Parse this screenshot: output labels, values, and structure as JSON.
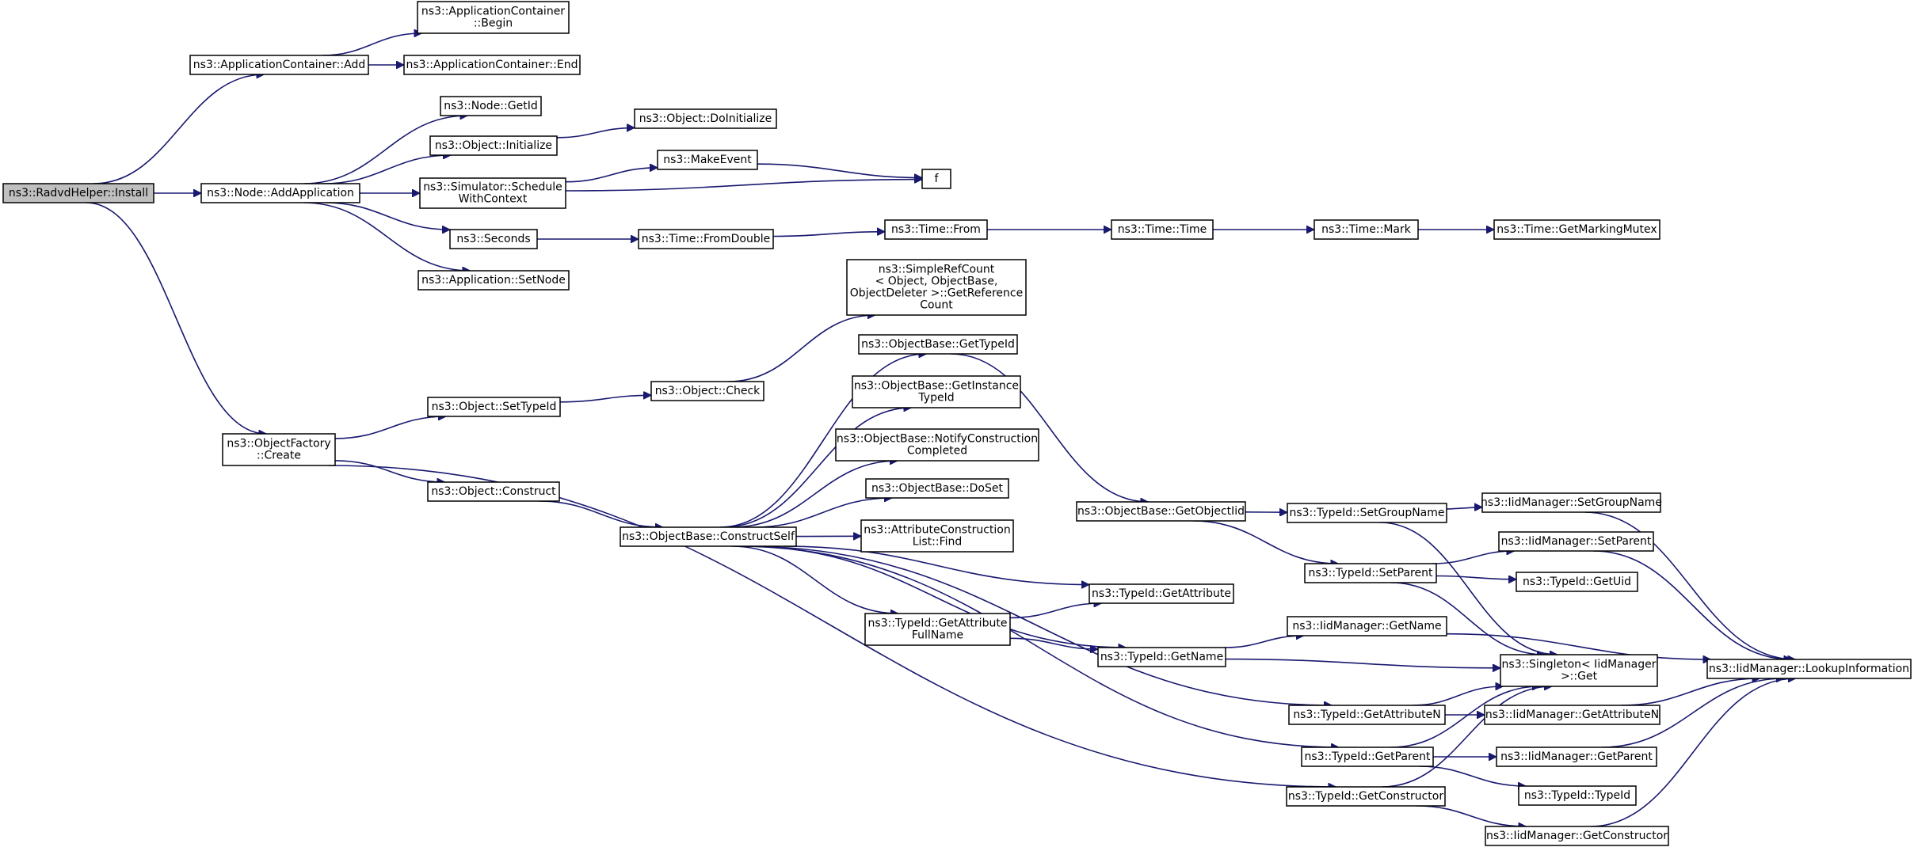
{
  "graph": {
    "title": "",
    "nodes": [
      {
        "id": "radvd_install",
        "lines": [
          "ns3::RadvdHelper::Install"
        ],
        "root": true
      },
      {
        "id": "appcont_add",
        "lines": [
          "ns3::ApplicationContainer::Add"
        ]
      },
      {
        "id": "appcont_begin",
        "lines": [
          "ns3::ApplicationContainer",
          "::Begin"
        ]
      },
      {
        "id": "appcont_end",
        "lines": [
          "ns3::ApplicationContainer::End"
        ]
      },
      {
        "id": "node_addapp",
        "lines": [
          "ns3::Node::AddApplication"
        ]
      },
      {
        "id": "node_getid",
        "lines": [
          "ns3::Node::GetId"
        ]
      },
      {
        "id": "obj_initialize",
        "lines": [
          "ns3::Object::Initialize"
        ]
      },
      {
        "id": "obj_doinitialize",
        "lines": [
          "ns3::Object::DoInitialize"
        ]
      },
      {
        "id": "sim_schedule",
        "lines": [
          "ns3::Simulator::Schedule",
          "WithContext"
        ]
      },
      {
        "id": "makeevent",
        "lines": [
          "ns3::MakeEvent"
        ]
      },
      {
        "id": "f",
        "lines": [
          "f"
        ]
      },
      {
        "id": "seconds",
        "lines": [
          "ns3::Seconds"
        ]
      },
      {
        "id": "time_fromdouble",
        "lines": [
          "ns3::Time::FromDouble"
        ]
      },
      {
        "id": "time_from",
        "lines": [
          "ns3::Time::From"
        ]
      },
      {
        "id": "time_time",
        "lines": [
          "ns3::Time::Time"
        ]
      },
      {
        "id": "time_mark",
        "lines": [
          "ns3::Time::Mark"
        ]
      },
      {
        "id": "time_getmarkingmutex",
        "lines": [
          "ns3::Time::GetMarkingMutex"
        ]
      },
      {
        "id": "app_setnode",
        "lines": [
          "ns3::Application::SetNode"
        ]
      },
      {
        "id": "objfactory_create",
        "lines": [
          "ns3::ObjectFactory",
          "::Create"
        ]
      },
      {
        "id": "obj_settypeid",
        "lines": [
          "ns3::Object::SetTypeId"
        ]
      },
      {
        "id": "obj_check",
        "lines": [
          "ns3::Object::Check"
        ]
      },
      {
        "id": "simplerefcount",
        "lines": [
          "ns3::SimpleRefCount",
          "< Object, ObjectBase,",
          "ObjectDeleter >::GetReference",
          "Count"
        ]
      },
      {
        "id": "obj_construct",
        "lines": [
          "ns3::Object::Construct"
        ]
      },
      {
        "id": "objbase_constructself",
        "lines": [
          "ns3::ObjectBase::ConstructSelf"
        ]
      },
      {
        "id": "objbase_gettypeid",
        "lines": [
          "ns3::ObjectBase::GetTypeId"
        ]
      },
      {
        "id": "objbase_getinstancetypeid",
        "lines": [
          "ns3::ObjectBase::GetInstance",
          "TypeId"
        ]
      },
      {
        "id": "objbase_notify",
        "lines": [
          "ns3::ObjectBase::NotifyConstruction",
          "Completed"
        ]
      },
      {
        "id": "objbase_doset",
        "lines": [
          "ns3::ObjectBase::DoSet"
        ]
      },
      {
        "id": "attrconstr_find",
        "lines": [
          "ns3::AttributeConstruction",
          "List::Find"
        ]
      },
      {
        "id": "objbase_getobjectiid",
        "lines": [
          "ns3::ObjectBase::GetObjectIid"
        ]
      },
      {
        "id": "typeid_setgroupname",
        "lines": [
          "ns3::TypeId::SetGroupName"
        ]
      },
      {
        "id": "iid_setgroupname",
        "lines": [
          "ns3::IidManager::SetGroupName"
        ]
      },
      {
        "id": "typeid_setparent",
        "lines": [
          "ns3::TypeId::SetParent"
        ]
      },
      {
        "id": "iid_setparent",
        "lines": [
          "ns3::IidManager::SetParent"
        ]
      },
      {
        "id": "typeid_getuid",
        "lines": [
          "ns3::TypeId::GetUid"
        ]
      },
      {
        "id": "typeid_getattribute",
        "lines": [
          "ns3::TypeId::GetAttribute"
        ]
      },
      {
        "id": "typeid_getattrfullname",
        "lines": [
          "ns3::TypeId::GetAttribute",
          "FullName"
        ]
      },
      {
        "id": "typeid_getname",
        "lines": [
          "ns3::TypeId::GetName"
        ]
      },
      {
        "id": "iid_getname",
        "lines": [
          "ns3::IidManager::GetName"
        ]
      },
      {
        "id": "singleton_get",
        "lines": [
          "ns3::Singleton< IidManager",
          ">::Get"
        ]
      },
      {
        "id": "iid_lookup",
        "lines": [
          "ns3::IidManager::LookupInformation"
        ]
      },
      {
        "id": "typeid_getattributen",
        "lines": [
          "ns3::TypeId::GetAttributeN"
        ]
      },
      {
        "id": "iid_getattributen",
        "lines": [
          "ns3::IidManager::GetAttributeN"
        ]
      },
      {
        "id": "typeid_getparent",
        "lines": [
          "ns3::TypeId::GetParent"
        ]
      },
      {
        "id": "iid_getparent",
        "lines": [
          "ns3::IidManager::GetParent"
        ]
      },
      {
        "id": "typeid_typeid",
        "lines": [
          "ns3::TypeId::TypeId"
        ]
      },
      {
        "id": "typeid_getconstructor",
        "lines": [
          "ns3::TypeId::GetConstructor"
        ]
      },
      {
        "id": "iid_getconstructor",
        "lines": [
          "ns3::IidManager::GetConstructor"
        ]
      }
    ],
    "edges": [
      {
        "from": "radvd_install",
        "to": "appcont_add"
      },
      {
        "from": "radvd_install",
        "to": "node_addapp"
      },
      {
        "from": "radvd_install",
        "to": "objfactory_create"
      },
      {
        "from": "appcont_add",
        "to": "appcont_begin"
      },
      {
        "from": "appcont_add",
        "to": "appcont_end"
      },
      {
        "from": "node_addapp",
        "to": "node_getid"
      },
      {
        "from": "node_addapp",
        "to": "obj_initialize"
      },
      {
        "from": "node_addapp",
        "to": "sim_schedule"
      },
      {
        "from": "node_addapp",
        "to": "seconds"
      },
      {
        "from": "node_addapp",
        "to": "app_setnode"
      },
      {
        "from": "obj_initialize",
        "to": "obj_doinitialize"
      },
      {
        "from": "sim_schedule",
        "to": "makeevent"
      },
      {
        "from": "sim_schedule",
        "to": "f"
      },
      {
        "from": "makeevent",
        "to": "f"
      },
      {
        "from": "seconds",
        "to": "time_fromdouble"
      },
      {
        "from": "time_fromdouble",
        "to": "time_from"
      },
      {
        "from": "time_from",
        "to": "time_time"
      },
      {
        "from": "time_time",
        "to": "time_mark"
      },
      {
        "from": "time_mark",
        "to": "time_getmarkingmutex"
      },
      {
        "from": "objfactory_create",
        "to": "obj_settypeid"
      },
      {
        "from": "objfactory_create",
        "to": "obj_construct"
      },
      {
        "from": "objfactory_create",
        "to": "typeid_getconstructor"
      },
      {
        "from": "obj_settypeid",
        "to": "obj_check"
      },
      {
        "from": "obj_check",
        "to": "simplerefcount"
      },
      {
        "from": "obj_construct",
        "to": "objbase_constructself"
      },
      {
        "from": "objbase_constructself",
        "to": "objbase_gettypeid"
      },
      {
        "from": "objbase_constructself",
        "to": "objbase_getinstancetypeid"
      },
      {
        "from": "objbase_constructself",
        "to": "objbase_notify"
      },
      {
        "from": "objbase_constructself",
        "to": "objbase_doset"
      },
      {
        "from": "objbase_constructself",
        "to": "attrconstr_find"
      },
      {
        "from": "objbase_constructself",
        "to": "typeid_getattribute"
      },
      {
        "from": "objbase_constructself",
        "to": "typeid_getattrfullname"
      },
      {
        "from": "objbase_constructself",
        "to": "typeid_getname"
      },
      {
        "from": "objbase_constructself",
        "to": "typeid_getattributen"
      },
      {
        "from": "objbase_constructself",
        "to": "typeid_getparent"
      },
      {
        "from": "objbase_gettypeid",
        "to": "objbase_getobjectiid"
      },
      {
        "from": "objbase_getobjectiid",
        "to": "typeid_setgroupname"
      },
      {
        "from": "objbase_getobjectiid",
        "to": "typeid_setparent"
      },
      {
        "from": "typeid_setgroupname",
        "to": "iid_setgroupname"
      },
      {
        "from": "typeid_setgroupname",
        "to": "singleton_get"
      },
      {
        "from": "iid_setgroupname",
        "to": "iid_lookup"
      },
      {
        "from": "typeid_setparent",
        "to": "iid_setparent"
      },
      {
        "from": "typeid_setparent",
        "to": "typeid_getuid"
      },
      {
        "from": "typeid_setparent",
        "to": "singleton_get"
      },
      {
        "from": "iid_setparent",
        "to": "iid_lookup"
      },
      {
        "from": "typeid_getattrfullname",
        "to": "typeid_getattribute"
      },
      {
        "from": "typeid_getattrfullname",
        "to": "typeid_getname"
      },
      {
        "from": "typeid_getname",
        "to": "iid_getname"
      },
      {
        "from": "typeid_getname",
        "to": "singleton_get"
      },
      {
        "from": "iid_getname",
        "to": "iid_lookup"
      },
      {
        "from": "typeid_getattributen",
        "to": "singleton_get"
      },
      {
        "from": "typeid_getattributen",
        "to": "iid_getattributen"
      },
      {
        "from": "iid_getattributen",
        "to": "iid_lookup"
      },
      {
        "from": "typeid_getparent",
        "to": "singleton_get"
      },
      {
        "from": "typeid_getparent",
        "to": "iid_getparent"
      },
      {
        "from": "typeid_getparent",
        "to": "typeid_typeid"
      },
      {
        "from": "iid_getparent",
        "to": "iid_lookup"
      },
      {
        "from": "typeid_getconstructor",
        "to": "singleton_get"
      },
      {
        "from": "typeid_getconstructor",
        "to": "iid_getconstructor"
      },
      {
        "from": "iid_getconstructor",
        "to": "iid_lookup"
      }
    ]
  }
}
